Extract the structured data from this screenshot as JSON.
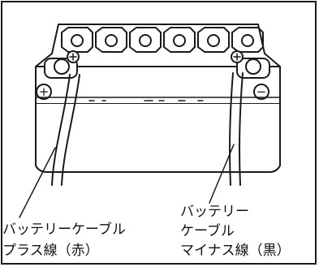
{
  "labels": {
    "plus_cable": [
      "バッテリーケーブル",
      "プラス線（赤）"
    ],
    "minus_cable": [
      "バッテリー",
      "ケーブル",
      "マイナス線（黒）"
    ]
  },
  "terminals": {
    "plus_symbol": "+",
    "minus_symbol": "−"
  }
}
